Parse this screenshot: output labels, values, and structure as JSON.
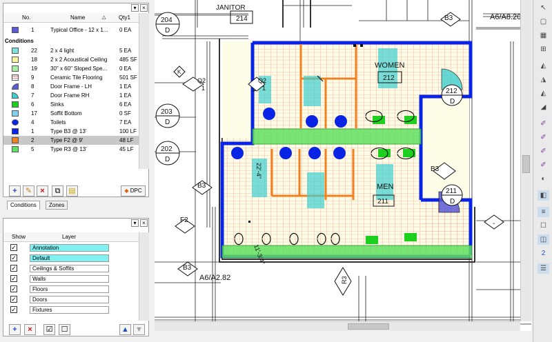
{
  "takeoff_panel": {
    "columns": {
      "no": "No.",
      "name": "Name",
      "qty": "Qty1"
    },
    "typical": {
      "no": "1",
      "name": "Typical Office - 12 x 1...",
      "qty": "0 EA",
      "color": "#5b5bd6"
    },
    "group_label": "Conditions",
    "conditions": [
      {
        "no": "22",
        "name": "2 x 4 light",
        "qty": "5 EA",
        "color": "#80e0e0",
        "icon": "square"
      },
      {
        "no": "18",
        "name": "2 x 2 Acoustical Ceiling",
        "qty": "485 SF",
        "color": "#f5f5a0",
        "icon": "square"
      },
      {
        "no": "19",
        "name": "30\" x 60\" Sloped Spe...",
        "qty": "0 EA",
        "color": "#a8f0a8",
        "icon": "square"
      },
      {
        "no": "9",
        "name": "Ceramic Tile Flooring",
        "qty": "501 SF",
        "color": "#ff8080",
        "icon": "grid"
      },
      {
        "no": "8",
        "name": "Door Frame - LH",
        "qty": "1 EA",
        "color": "#5b5bd6",
        "icon": "quarter-left"
      },
      {
        "no": "7",
        "name": "Door Frame RH",
        "qty": "1 EA",
        "color": "#40d0d0",
        "icon": "quarter-right"
      },
      {
        "no": "6",
        "name": "Sinks",
        "qty": "6 EA",
        "color": "#1ed01e",
        "icon": "square"
      },
      {
        "no": "17",
        "name": "Soffit Bottom",
        "qty": "0 SF",
        "color": "#80d0f0",
        "icon": "square"
      },
      {
        "no": "4",
        "name": "Toilets",
        "qty": "7 EA",
        "color": "#0a24e6",
        "icon": "circle"
      },
      {
        "no": "1",
        "name": "Type B3 @ 13'",
        "qty": "100 LF",
        "color": "#0a24e6",
        "icon": "square"
      },
      {
        "no": "2",
        "name": "Type F2 @ 9'",
        "qty": "48 LF",
        "color": "#f08020",
        "icon": "square"
      },
      {
        "no": "5",
        "name": "Type R3 @ 13'",
        "qty": "45 LF",
        "color": "#60e060",
        "icon": "square"
      }
    ],
    "dpc_label": "DPC",
    "tabs": [
      "Conditions",
      "Zones"
    ]
  },
  "layer_panel": {
    "columns": {
      "show": "Show",
      "layer": "Layer"
    },
    "layers": [
      {
        "name": "Annotation",
        "checked": "✓",
        "highlight": true
      },
      {
        "name": "Default",
        "checked": "✓",
        "highlight": true
      },
      {
        "name": "Ceilings & Soffits",
        "checked": "✓",
        "highlight": false
      },
      {
        "name": "Walls",
        "checked": "✓",
        "highlight": false
      },
      {
        "name": "Floors",
        "checked": "✓",
        "highlight": false
      },
      {
        "name": "Doors",
        "checked": "✓",
        "highlight": false
      },
      {
        "name": "Fixtures",
        "checked": "✓",
        "highlight": false
      }
    ]
  },
  "drawing": {
    "labels": {
      "janitor": "JANITOR",
      "room_214": "214",
      "women": "WOMEN",
      "room_212_women": "212",
      "room_212_tag": "212",
      "men": "MEN",
      "room_211": "211",
      "room_211_tag": "211",
      "tag_204": "204",
      "tag_203": "203",
      "tag_202": "202",
      "tag_d1": "D",
      "tag_d2": "D",
      "tag_d3": "D",
      "tag_d4": "D",
      "tag_d5": "D",
      "q2_a": "Q2",
      "q2_b": "Q2",
      "one_a": "1",
      "one_b": "1",
      "b3_tr": "B3",
      "b3_r": "B3",
      "b3_l": "B3",
      "b3_b": "B3",
      "f2_l": "F2",
      "k_tag": "K",
      "ref_top": "A6/A8.20",
      "ref_bottom": "A6/A2.82",
      "dim_a": "22'-4\"",
      "dim_b": "11'-3/4\"",
      "r3_tag": "R3",
      "dash": "-"
    }
  }
}
